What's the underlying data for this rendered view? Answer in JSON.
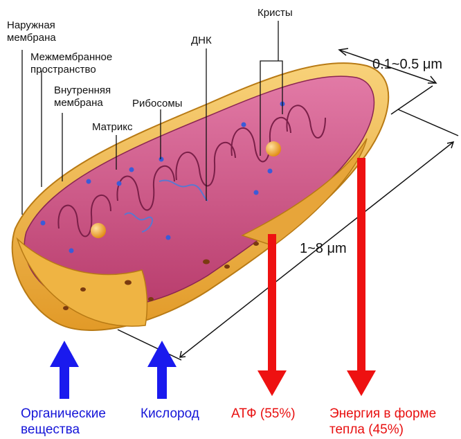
{
  "labels": {
    "outer_membrane": "Наружная\nмембрана",
    "intermembrane_space": "Межмембранное\nпространство",
    "inner_membrane": "Внутренняя\nмембрана",
    "ribosomes": "Рибосомы",
    "matrix": "Матрикс",
    "dna": "ДНК",
    "cristae": "Кристы"
  },
  "dimensions": {
    "width": "0.1~0.5 μm",
    "length": "1~8 μm"
  },
  "inputs": {
    "organic": "Органические\nвещества",
    "oxygen": "Кислород"
  },
  "outputs": {
    "atp": "АТФ (55%)",
    "heat": "Энергия в форме\nтепла (45%)"
  },
  "colors": {
    "input_arrow": "#1a1aee",
    "output_arrow": "#ee1111",
    "outer_membrane": "#f2b23c",
    "matrix": "#c8457a"
  }
}
